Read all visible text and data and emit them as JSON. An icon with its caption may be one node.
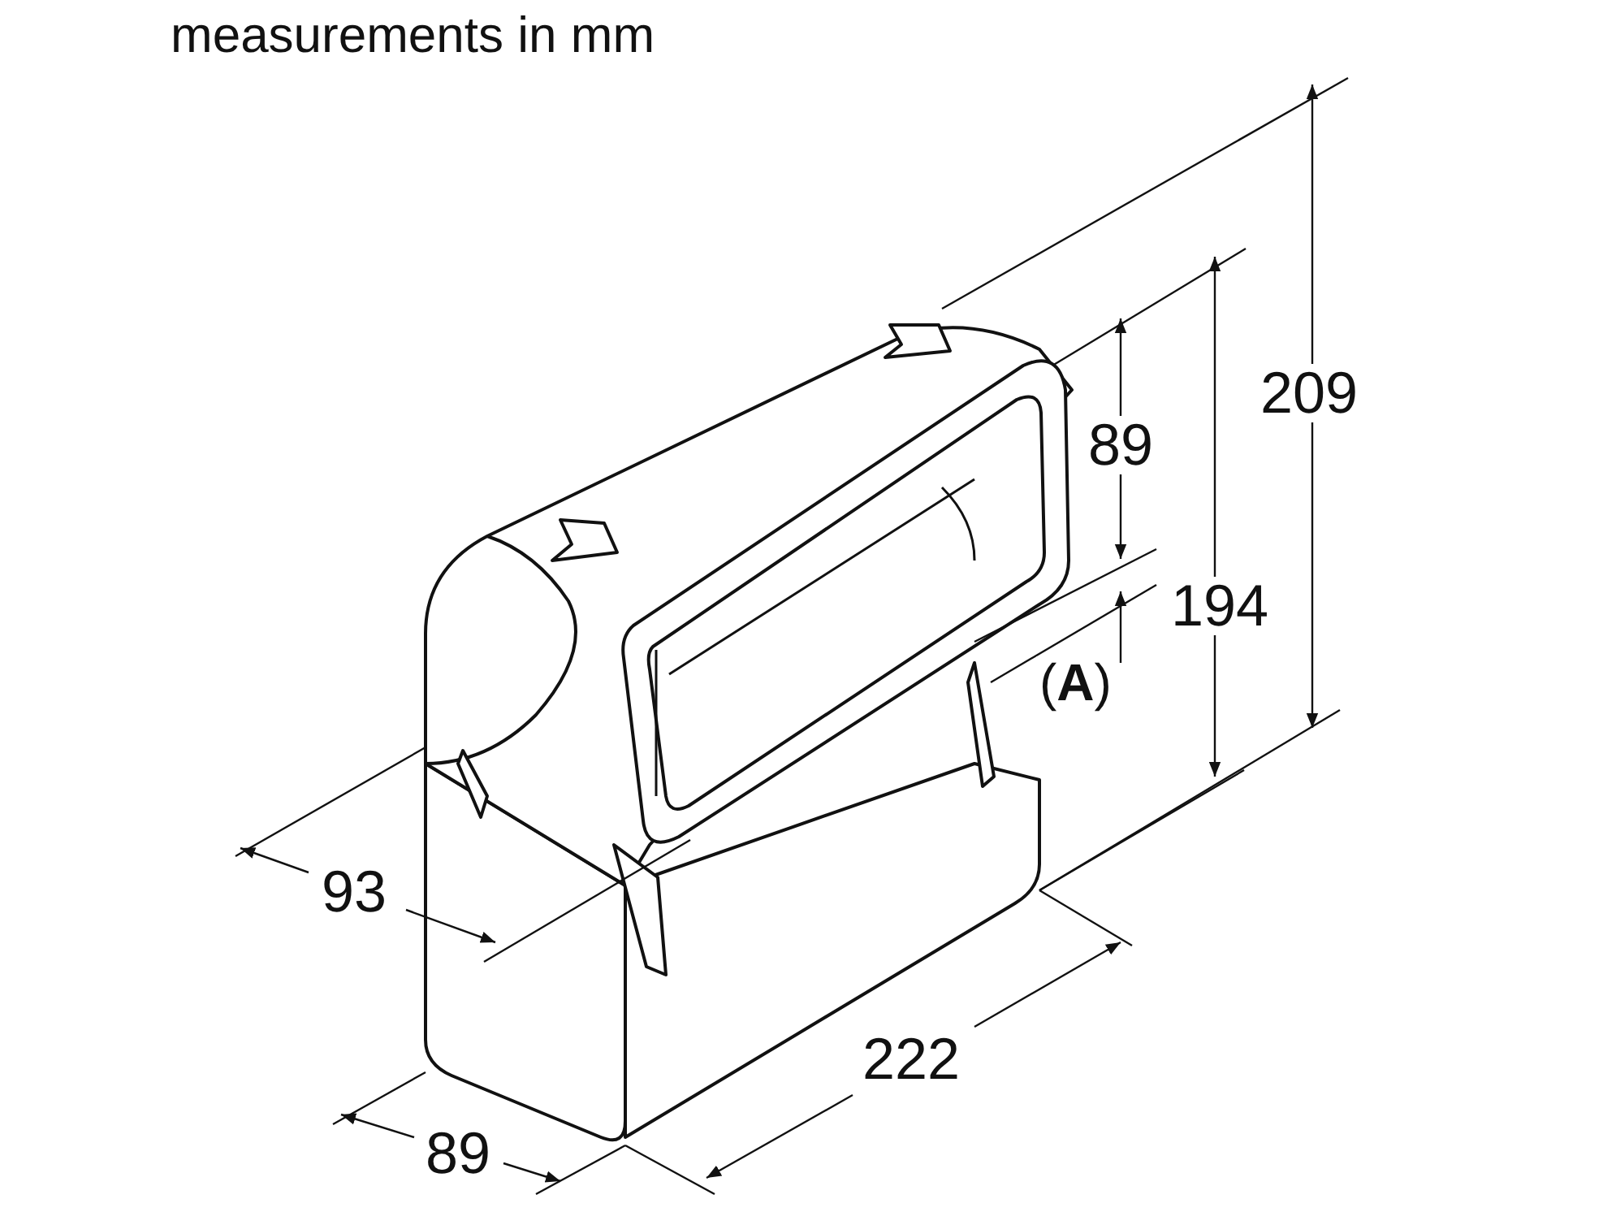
{
  "diagram": {
    "title": "measurements in mm",
    "labels": [
      "209",
      "89",
      "194",
      "(**A**)",
      "93",
      "222",
      "89"
    ]
  }
}
